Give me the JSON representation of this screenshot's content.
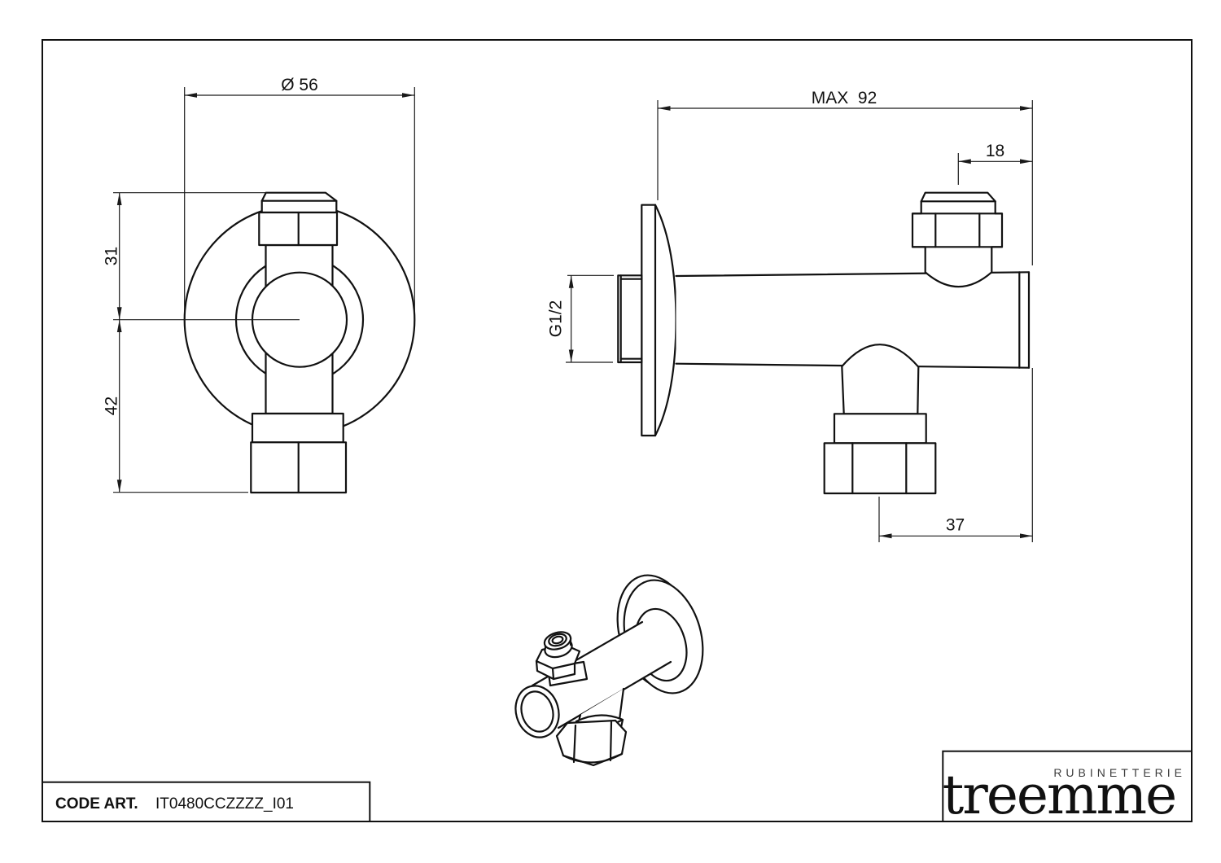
{
  "front_view": {
    "diameter_label": "Ø 56",
    "upper_height_label": "31",
    "lower_height_label": "42"
  },
  "side_view": {
    "max_depth_label": "MAX  92",
    "handle_offset_label": "18",
    "thread_label": "G1/2",
    "outlet_offset_label": "37"
  },
  "title_block": {
    "code_label": "CODE ART.",
    "code_value": "IT0480CCZZZZ_I01"
  },
  "brand": {
    "subtitle": "RUBINETTERIE",
    "name": "treemme"
  },
  "colors": {
    "line": "#111111",
    "dimension": "#1a1a1a",
    "background": "#ffffff"
  }
}
